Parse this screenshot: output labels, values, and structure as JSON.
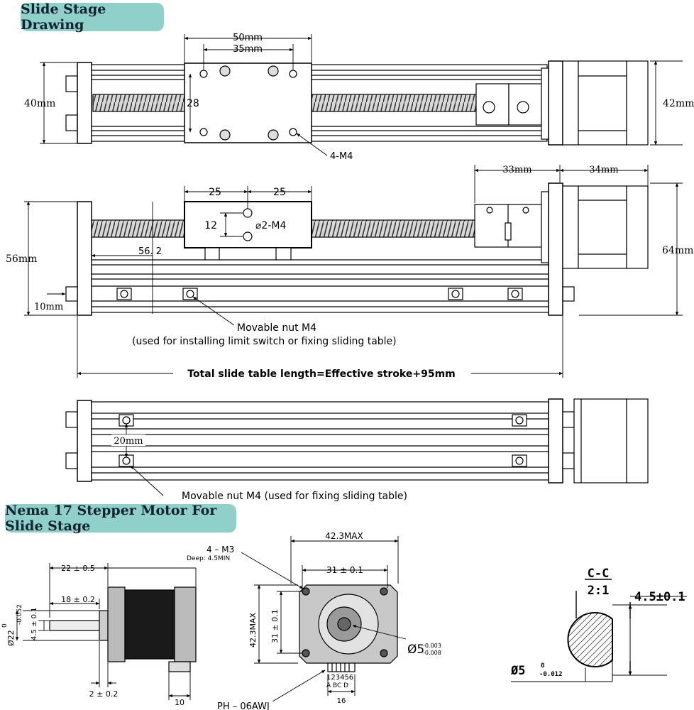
{
  "sections": {
    "slide_title": "Slide Stage Drawing",
    "motor_title": "Nema 17 Stepper Motor For Slide Stage"
  },
  "top_view": {
    "dim_width_outer": "50mm",
    "dim_width_inner": "35mm",
    "dim_hole_vertical": "28",
    "dim_height_left": "40mm",
    "dim_height_right": "42mm",
    "hole_callout": "4-M4"
  },
  "side_view": {
    "dim_left_25": "25",
    "dim_right_25": "25",
    "dim_12": "12",
    "hole_callout": "⌀2-M4",
    "dim_56_2": "56. 2",
    "dim_coupler": "33mm",
    "dim_motor": "34mm",
    "dim_height_left": "56mm",
    "dim_height_right": "64mm",
    "dim_10": "10mm",
    "nut_line1": "Movable nut M4",
    "nut_line2": "(used for installing limit switch or fixing sliding table)",
    "total_length": "Total slide table length=Effective stroke+95mm"
  },
  "bottom_view": {
    "dim_20": "20mm",
    "nut_text": "Movable nut M4 (used for fixing sliding table)"
  },
  "motor_side": {
    "dim_22": "22 ± 0.5",
    "dim_18": "18 ± 0.2",
    "dim_dia": "Ø22",
    "dim_dia_tol_top": "0",
    "dim_dia_tol_bot": "-0.052",
    "dim_45": "4.5 ± 0.1",
    "dim_2": "2 ± 0.2",
    "dim_10": "10"
  },
  "motor_front": {
    "callout_line1": "4 – M3",
    "callout_line2": "Deep: 4.5MIN",
    "dim_width": "42.3MAX",
    "dim_inner": "31 ± 0.1",
    "dim_height": "42.3MAX",
    "dim_inner_v": "31 ± 0.1",
    "shaft_dia": "Ø5",
    "shaft_tol_top": "-0.003",
    "shaft_tol_bot": "-0.008",
    "pins": "123456",
    "pin_groups": "A  BC  D",
    "connector_width": "16",
    "connector_name": "PH – 06AWJ"
  },
  "shaft_section": {
    "title": "C-C",
    "scale": "2:1",
    "flat_dim": "4.5±0.1",
    "dia": "Ø5",
    "dia_tol_top": "0",
    "dia_tol_bot": "-0.012"
  }
}
